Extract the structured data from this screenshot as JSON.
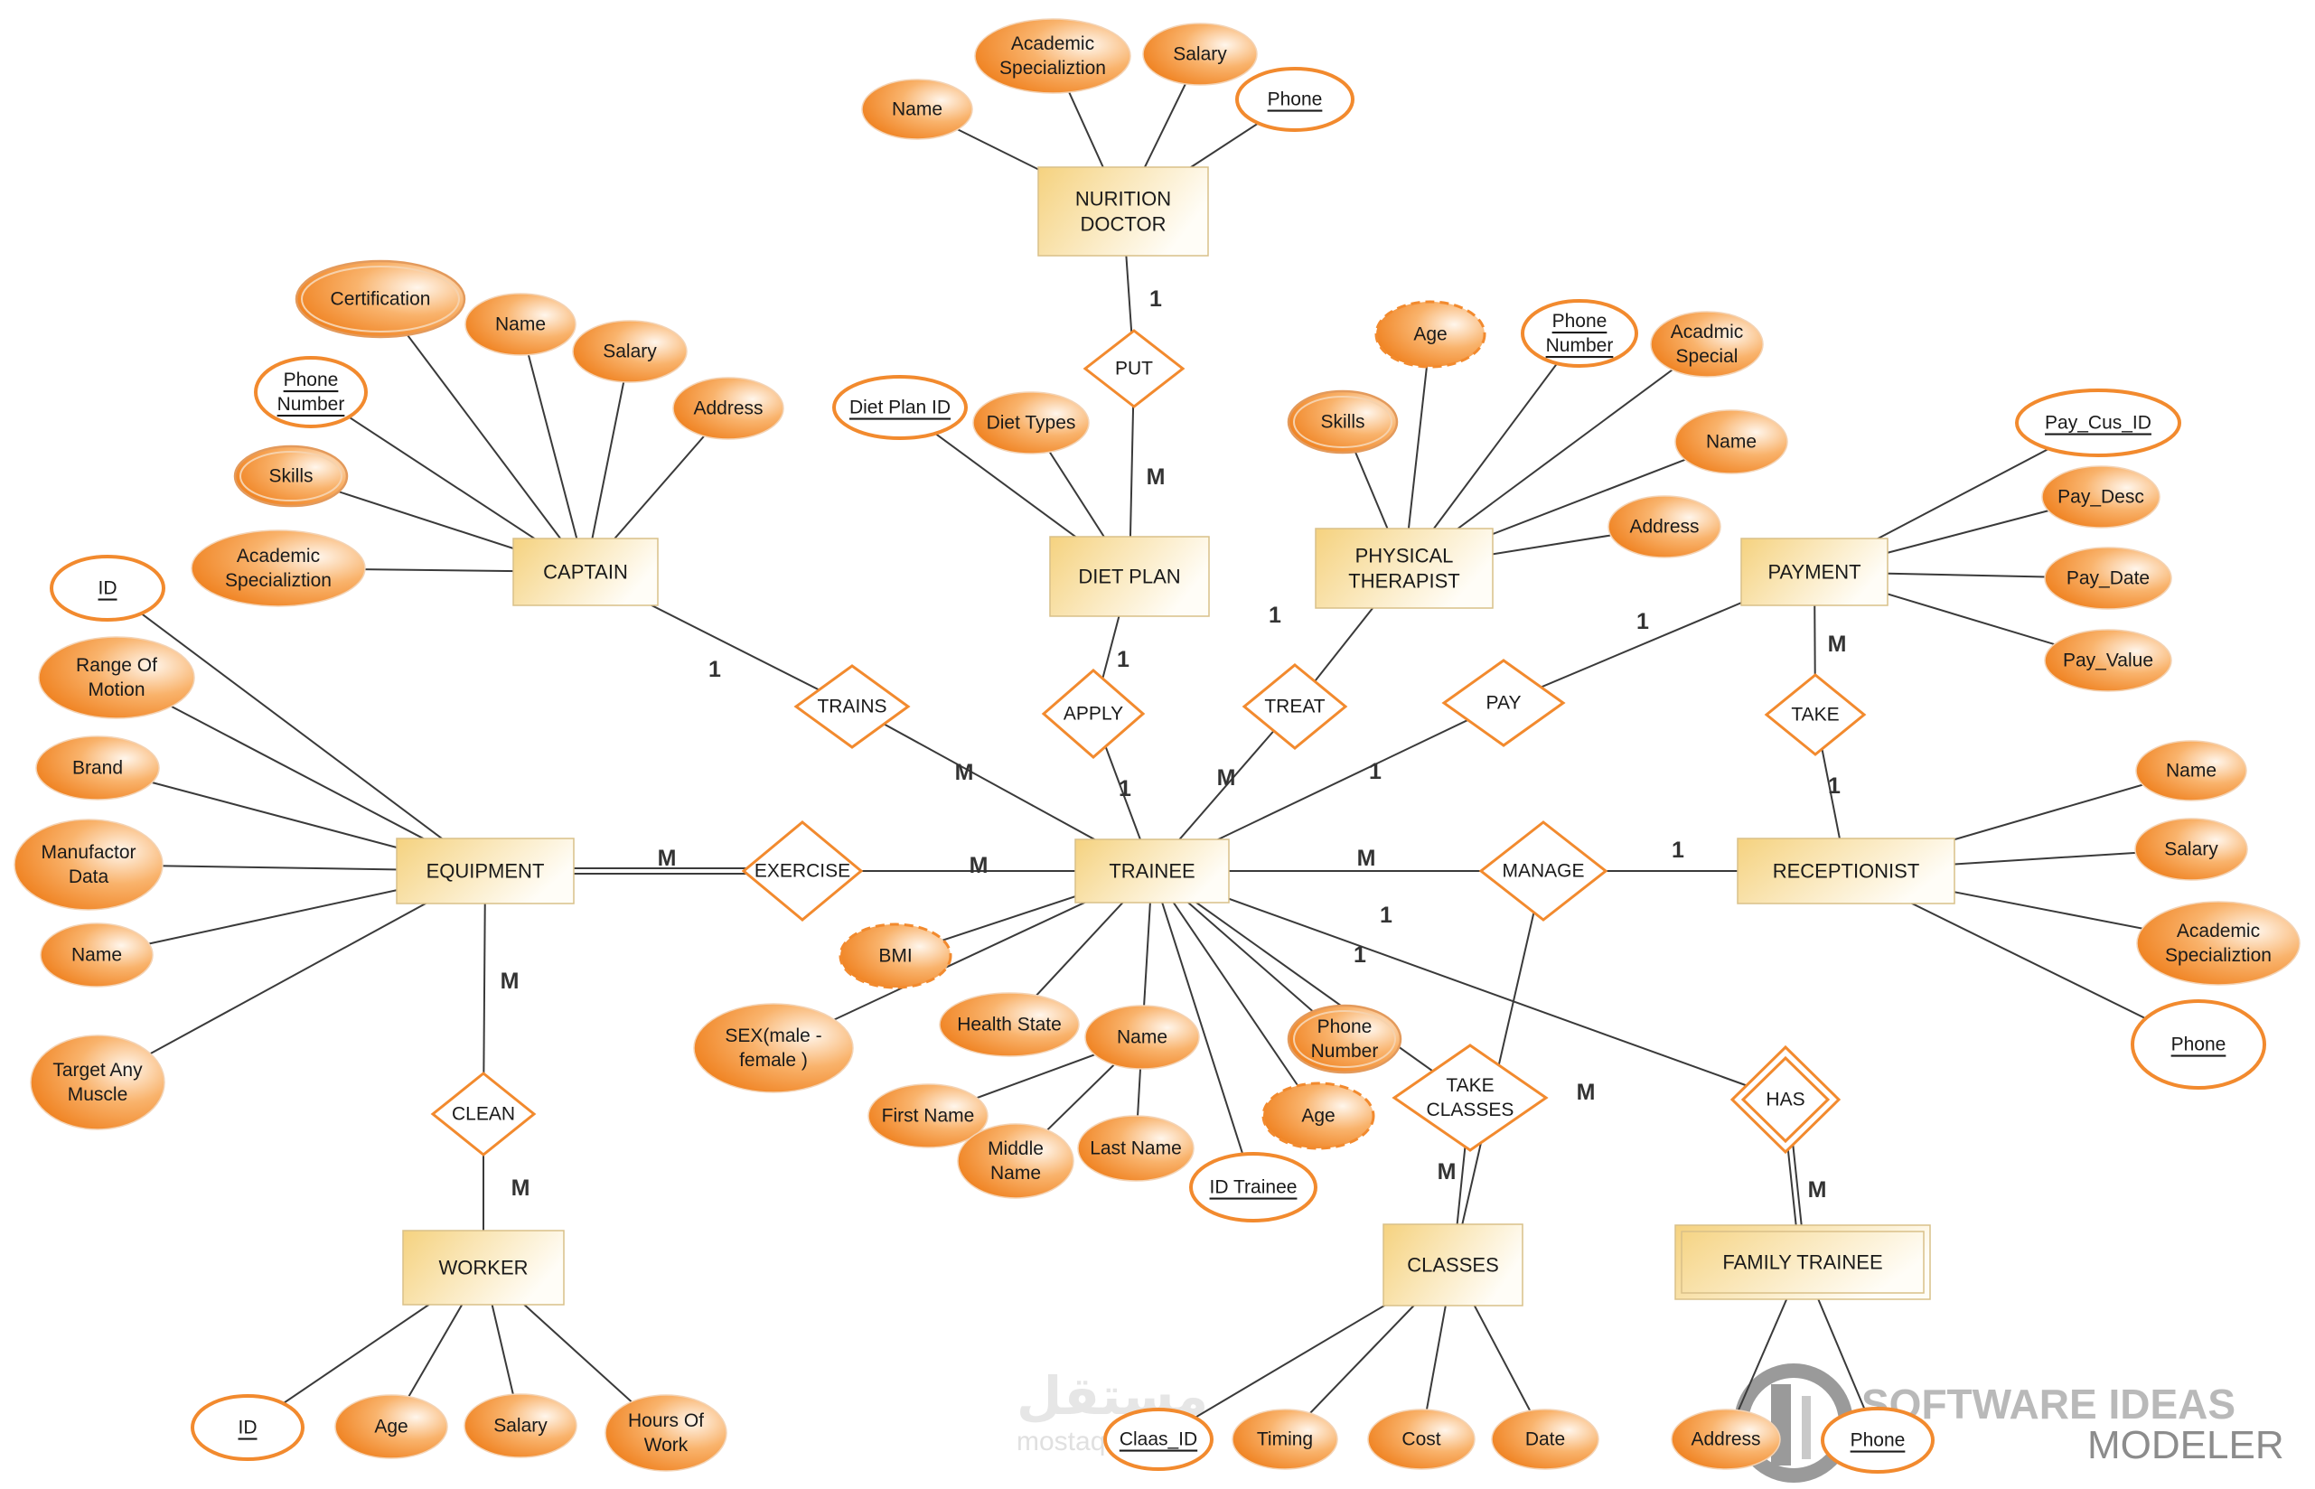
{
  "entities": [
    {
      "id": "nutrition_doctor",
      "lines": [
        "NURITION",
        "DOCTOR"
      ]
    },
    {
      "id": "captain",
      "lines": [
        "CAPTAIN"
      ]
    },
    {
      "id": "diet_plan",
      "lines": [
        "DIET PLAN"
      ]
    },
    {
      "id": "physical_therapist",
      "lines": [
        "PHYSICAL",
        "THERAPIST"
      ]
    },
    {
      "id": "payment",
      "lines": [
        "PAYMENT"
      ]
    },
    {
      "id": "equipment",
      "lines": [
        "EQUIPMENT"
      ]
    },
    {
      "id": "trainee",
      "lines": [
        "TRAINEE"
      ]
    },
    {
      "id": "receptionist",
      "lines": [
        "RECEPTIONIST"
      ]
    },
    {
      "id": "worker",
      "lines": [
        "WORKER"
      ]
    },
    {
      "id": "classes",
      "lines": [
        "CLASSES"
      ]
    },
    {
      "id": "family_trainee",
      "lines": [
        "FAMILY TRAINEE"
      ],
      "weak": true
    }
  ],
  "relationships": [
    {
      "id": "put",
      "lines": [
        "PUT"
      ]
    },
    {
      "id": "trains",
      "lines": [
        "TRAINS"
      ]
    },
    {
      "id": "apply",
      "lines": [
        "APPLY"
      ]
    },
    {
      "id": "treat",
      "lines": [
        "TREAT"
      ]
    },
    {
      "id": "pay",
      "lines": [
        "PAY"
      ]
    },
    {
      "id": "take",
      "lines": [
        "TAKE"
      ]
    },
    {
      "id": "exercise",
      "lines": [
        "EXERCISE"
      ]
    },
    {
      "id": "manage",
      "lines": [
        "MANAGE"
      ]
    },
    {
      "id": "clean",
      "lines": [
        "CLEAN"
      ]
    },
    {
      "id": "take_classes",
      "lines": [
        "TAKE",
        "CLASSES"
      ]
    },
    {
      "id": "has",
      "lines": [
        "HAS"
      ],
      "identifying": true
    }
  ],
  "attributes": [
    {
      "id": "nd_name",
      "lines": [
        "Name"
      ],
      "kind": "normal",
      "owner": "nutrition_doctor"
    },
    {
      "id": "nd_acad",
      "lines": [
        "Academic",
        "Specializtion"
      ],
      "kind": "normal",
      "owner": "nutrition_doctor"
    },
    {
      "id": "nd_salary",
      "lines": [
        "Salary"
      ],
      "kind": "normal",
      "owner": "nutrition_doctor"
    },
    {
      "id": "nd_phone",
      "lines": [
        "Phone"
      ],
      "kind": "key",
      "owner": "nutrition_doctor"
    },
    {
      "id": "cap_cert",
      "lines": [
        "Certification"
      ],
      "kind": "multi",
      "owner": "captain"
    },
    {
      "id": "cap_name",
      "lines": [
        "Name"
      ],
      "kind": "normal",
      "owner": "captain"
    },
    {
      "id": "cap_salary",
      "lines": [
        "Salary"
      ],
      "kind": "normal",
      "owner": "captain"
    },
    {
      "id": "cap_phone",
      "lines": [
        "Phone",
        "Number"
      ],
      "kind": "key",
      "owner": "captain"
    },
    {
      "id": "cap_address",
      "lines": [
        "Address"
      ],
      "kind": "normal",
      "owner": "captain"
    },
    {
      "id": "cap_skills",
      "lines": [
        "Skills"
      ],
      "kind": "multi",
      "owner": "captain"
    },
    {
      "id": "cap_acad",
      "lines": [
        "Academic",
        "Specializtion"
      ],
      "kind": "normal",
      "owner": "captain"
    },
    {
      "id": "dp_id",
      "lines": [
        "Diet Plan ID"
      ],
      "kind": "key",
      "owner": "diet_plan"
    },
    {
      "id": "dp_types",
      "lines": [
        "Diet Types"
      ],
      "kind": "normal",
      "owner": "diet_plan"
    },
    {
      "id": "pt_age",
      "lines": [
        "Age"
      ],
      "kind": "derived",
      "owner": "physical_therapist"
    },
    {
      "id": "pt_phone",
      "lines": [
        "Phone",
        "Number"
      ],
      "kind": "key",
      "owner": "physical_therapist"
    },
    {
      "id": "pt_acad",
      "lines": [
        "Acadmic",
        "Special"
      ],
      "kind": "normal",
      "owner": "physical_therapist"
    },
    {
      "id": "pt_skills",
      "lines": [
        "Skills"
      ],
      "kind": "multi",
      "owner": "physical_therapist"
    },
    {
      "id": "pt_name",
      "lines": [
        "Name"
      ],
      "kind": "normal",
      "owner": "physical_therapist"
    },
    {
      "id": "pt_address",
      "lines": [
        "Address"
      ],
      "kind": "normal",
      "owner": "physical_therapist"
    },
    {
      "id": "pay_id",
      "lines": [
        "Pay_Cus_ID"
      ],
      "kind": "key",
      "owner": "payment"
    },
    {
      "id": "pay_desc",
      "lines": [
        "Pay_Desc"
      ],
      "kind": "normal",
      "owner": "payment"
    },
    {
      "id": "pay_date",
      "lines": [
        "Pay_Date"
      ],
      "kind": "normal",
      "owner": "payment"
    },
    {
      "id": "pay_value",
      "lines": [
        "Pay_Value"
      ],
      "kind": "normal",
      "owner": "payment"
    },
    {
      "id": "eq_id",
      "lines": [
        "ID"
      ],
      "kind": "key",
      "owner": "equipment"
    },
    {
      "id": "eq_range",
      "lines": [
        "Range Of",
        "Motion"
      ],
      "kind": "normal",
      "owner": "equipment"
    },
    {
      "id": "eq_brand",
      "lines": [
        "Brand"
      ],
      "kind": "normal",
      "owner": "equipment"
    },
    {
      "id": "eq_manuf",
      "lines": [
        "Manufactor",
        "Data"
      ],
      "kind": "normal",
      "owner": "equipment"
    },
    {
      "id": "eq_name",
      "lines": [
        "Name"
      ],
      "kind": "normal",
      "owner": "equipment"
    },
    {
      "id": "eq_target",
      "lines": [
        "Target Any",
        "Muscle"
      ],
      "kind": "normal",
      "owner": "equipment"
    },
    {
      "id": "rc_name",
      "lines": [
        "Name"
      ],
      "kind": "normal",
      "owner": "receptionist"
    },
    {
      "id": "rc_salary",
      "lines": [
        "Salary"
      ],
      "kind": "normal",
      "owner": "receptionist"
    },
    {
      "id": "rc_acad",
      "lines": [
        "Academic",
        "Specializtion"
      ],
      "kind": "normal",
      "owner": "receptionist"
    },
    {
      "id": "rc_phone",
      "lines": [
        "Phone"
      ],
      "kind": "key",
      "owner": "receptionist"
    },
    {
      "id": "tr_bmi",
      "lines": [
        "BMI"
      ],
      "kind": "derived",
      "owner": "trainee"
    },
    {
      "id": "tr_health",
      "lines": [
        "Health State"
      ],
      "kind": "normal",
      "owner": "trainee"
    },
    {
      "id": "tr_sex",
      "lines": [
        "SEX(male -",
        "female )"
      ],
      "kind": "normal",
      "owner": "trainee"
    },
    {
      "id": "tr_name",
      "lines": [
        "Name"
      ],
      "kind": "normal",
      "owner": "trainee"
    },
    {
      "id": "tr_first",
      "lines": [
        "First Name"
      ],
      "kind": "normal",
      "owner": "tr_name"
    },
    {
      "id": "tr_middle",
      "lines": [
        "Middle",
        "Name"
      ],
      "kind": "normal",
      "owner": "tr_name"
    },
    {
      "id": "tr_last",
      "lines": [
        "Last Name"
      ],
      "kind": "normal",
      "owner": "tr_name"
    },
    {
      "id": "tr_id",
      "lines": [
        "ID Trainee"
      ],
      "kind": "key",
      "owner": "trainee"
    },
    {
      "id": "tr_phone",
      "lines": [
        "Phone",
        "Number"
      ],
      "kind": "multi",
      "owner": "trainee"
    },
    {
      "id": "tr_age",
      "lines": [
        "Age"
      ],
      "kind": "derived",
      "owner": "trainee"
    },
    {
      "id": "wk_id",
      "lines": [
        "ID"
      ],
      "kind": "key",
      "owner": "worker"
    },
    {
      "id": "wk_age",
      "lines": [
        "Age"
      ],
      "kind": "normal",
      "owner": "worker"
    },
    {
      "id": "wk_salary",
      "lines": [
        "Salary"
      ],
      "kind": "normal",
      "owner": "worker"
    },
    {
      "id": "wk_hours",
      "lines": [
        "Hours Of",
        "Work"
      ],
      "kind": "normal",
      "owner": "worker"
    },
    {
      "id": "cl_id",
      "lines": [
        "Claas_ID"
      ],
      "kind": "key",
      "owner": "classes"
    },
    {
      "id": "cl_timing",
      "lines": [
        "Timing"
      ],
      "kind": "normal",
      "owner": "classes"
    },
    {
      "id": "cl_cost",
      "lines": [
        "Cost"
      ],
      "kind": "normal",
      "owner": "classes"
    },
    {
      "id": "cl_date",
      "lines": [
        "Date"
      ],
      "kind": "normal",
      "owner": "classes"
    },
    {
      "id": "ft_address",
      "lines": [
        "Address"
      ],
      "kind": "normal",
      "owner": "family_trainee"
    },
    {
      "id": "ft_phone",
      "lines": [
        "Phone"
      ],
      "kind": "key",
      "owner": "family_trainee"
    }
  ],
  "links": [
    {
      "a": "nutrition_doctor",
      "b": "put",
      "card": "1"
    },
    {
      "a": "put",
      "b": "diet_plan",
      "card": "M"
    },
    {
      "a": "captain",
      "b": "trains",
      "card": "1"
    },
    {
      "a": "trains",
      "b": "trainee",
      "card": "M"
    },
    {
      "a": "diet_plan",
      "b": "apply",
      "card": "1"
    },
    {
      "a": "apply",
      "b": "trainee",
      "card": "1"
    },
    {
      "a": "physical_therapist",
      "b": "treat",
      "card": "1"
    },
    {
      "a": "treat",
      "b": "trainee",
      "card": "M"
    },
    {
      "a": "payment",
      "b": "pay",
      "card": "1"
    },
    {
      "a": "pay",
      "b": "trainee",
      "card": "1"
    },
    {
      "a": "payment",
      "b": "take",
      "card": "M"
    },
    {
      "a": "take",
      "b": "receptionist",
      "card": "1"
    },
    {
      "a": "equipment",
      "b": "exercise",
      "card": "M",
      "double": true
    },
    {
      "a": "exercise",
      "b": "trainee",
      "card": "M"
    },
    {
      "a": "trainee",
      "b": "manage",
      "card": "M"
    },
    {
      "a": "manage",
      "b": "receptionist",
      "card": "1"
    },
    {
      "a": "manage",
      "b": "classes",
      "card": "M"
    },
    {
      "a": "equipment",
      "b": "clean",
      "card": "M"
    },
    {
      "a": "clean",
      "b": "worker",
      "card": "M"
    },
    {
      "a": "trainee",
      "b": "take_classes",
      "card": "1"
    },
    {
      "a": "take_classes",
      "b": "classes",
      "card": "M"
    },
    {
      "a": "trainee",
      "b": "has",
      "card": "1"
    },
    {
      "a": "has",
      "b": "family_trainee",
      "card": "M",
      "double": true
    }
  ],
  "watermark": {
    "brand_line1": "SOFTWARE IDEAS",
    "brand_line2": "MODELER",
    "arabic": "مستقل",
    "site": "mostaql.com"
  },
  "colors": {
    "attribute_orange": "#f28a2e",
    "attribute_light": "#fff1e3",
    "entity_fill_top": "#f7d98c",
    "entity_fill_bottom": "#fffaf0",
    "relationship_stroke": "#f28a2e"
  }
}
